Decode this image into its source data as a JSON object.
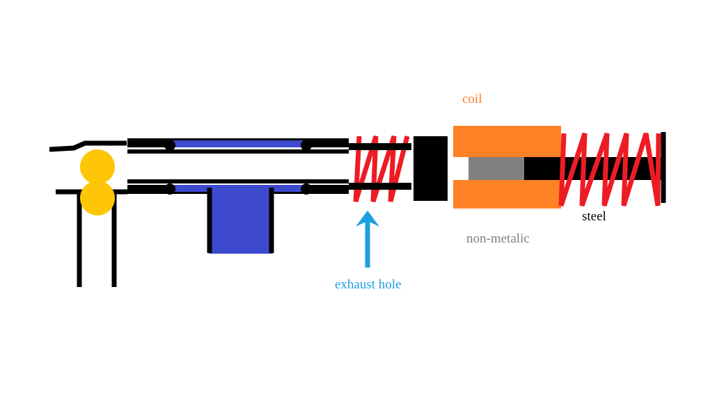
{
  "diagram": {
    "title": "solenoid-valve-cross-section",
    "labels": {
      "coil": "coil",
      "non_metalic": "non-metalic",
      "steel": "steel",
      "exhaust_hole": "exhaust hole"
    },
    "colors": {
      "black": "#000000",
      "blue_valve": "#3D4ACE",
      "yellow_roller": "#FFC507",
      "red_spring": "#ED1C24",
      "orange_coil": "#FF8126",
      "gray_nonmetalic": "#808080",
      "cyan_arrow": "#1C9FE0",
      "background": "#FFFFFF"
    },
    "parts": [
      {
        "name": "lever-arm-upper",
        "color": "#000000",
        "kind": "line"
      },
      {
        "name": "lever-arm-lower",
        "color": "#000000",
        "kind": "line"
      },
      {
        "name": "roller-upper",
        "color": "#FFC507",
        "kind": "circle"
      },
      {
        "name": "roller-lower",
        "color": "#FFC507",
        "kind": "circle"
      },
      {
        "name": "support-leg-left",
        "color": "#000000",
        "kind": "line"
      },
      {
        "name": "support-leg-right",
        "color": "#000000",
        "kind": "line"
      },
      {
        "name": "valve-body-upper",
        "color": "#000000",
        "kind": "bar"
      },
      {
        "name": "valve-body-lower",
        "color": "#000000",
        "kind": "bar"
      },
      {
        "name": "valve-seal-upper",
        "color": "#3D4ACE",
        "kind": "bar"
      },
      {
        "name": "valve-seal-lower",
        "color": "#3D4ACE",
        "kind": "bar"
      },
      {
        "name": "valve-stem-block",
        "color": "#3D4ACE",
        "kind": "rect"
      },
      {
        "name": "pivot-pin-left-upper",
        "color": "#000000",
        "kind": "circle"
      },
      {
        "name": "pivot-pin-left-lower",
        "color": "#000000",
        "kind": "circle"
      },
      {
        "name": "pivot-pin-right-upper",
        "color": "#000000",
        "kind": "circle"
      },
      {
        "name": "pivot-pin-right-lower",
        "color": "#000000",
        "kind": "circle"
      },
      {
        "name": "return-spring-left",
        "color": "#ED1C24",
        "kind": "spring"
      },
      {
        "name": "armature-block",
        "color": "#000000",
        "kind": "rect"
      },
      {
        "name": "coil-upper",
        "color": "#FF8126",
        "kind": "rect"
      },
      {
        "name": "coil-lower",
        "color": "#FF8126",
        "kind": "rect"
      },
      {
        "name": "non-metalic-segment",
        "color": "#808080",
        "kind": "rect"
      },
      {
        "name": "steel-armature-rod",
        "color": "#000000",
        "kind": "rect"
      },
      {
        "name": "return-spring-right",
        "color": "#ED1C24",
        "kind": "spring"
      },
      {
        "name": "end-stop-wall",
        "color": "#000000",
        "kind": "line"
      },
      {
        "name": "exhaust-arrow",
        "color": "#1C9FE0",
        "kind": "arrow"
      }
    ]
  }
}
